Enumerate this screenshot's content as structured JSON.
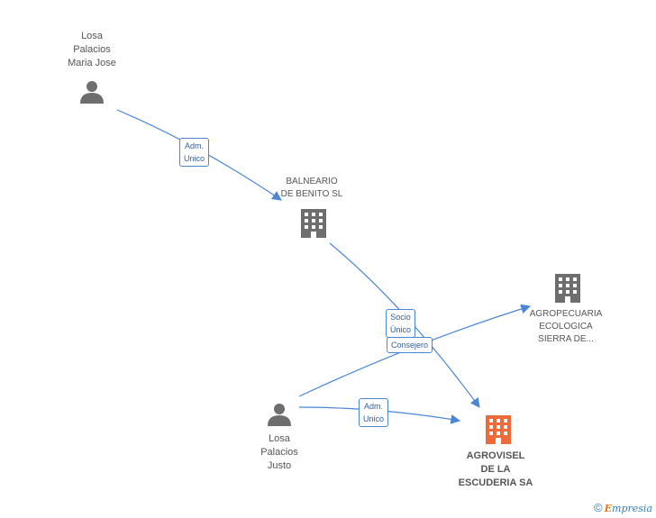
{
  "nodes": {
    "person_maria": {
      "lines": [
        "Losa",
        "Palacios",
        "Maria Jose"
      ],
      "icon": "person-icon"
    },
    "balneario": {
      "lines": [
        "BALNEARIO",
        "DE BENITO SL"
      ],
      "icon": "building-icon"
    },
    "agropecuaria": {
      "lines": [
        "AGROPECUARIA",
        "ECOLOGICA",
        "SIERRA DE..."
      ],
      "icon": "building-icon"
    },
    "person_justo": {
      "lines": [
        "Losa",
        "Palacios",
        "Justo"
      ],
      "icon": "person-icon"
    },
    "agrovisel": {
      "lines": [
        "AGROVISEL",
        "DE LA",
        "ESCUDERIA SA"
      ],
      "icon": "building-icon",
      "highlight": true
    }
  },
  "edges": {
    "adm_unico_1": {
      "lines": [
        "Adm.",
        "Unico"
      ]
    },
    "socio_unico": {
      "lines": [
        "Socio",
        "Único"
      ]
    },
    "consejero": {
      "lines": [
        "Consejero"
      ]
    },
    "adm_unico_2": {
      "lines": [
        "Adm.",
        "Unico"
      ]
    }
  },
  "colors": {
    "person": "#6e6e6e",
    "building": "#6e6e6e",
    "building_highlight": "#ee6a3a",
    "edge": "#4a86d4"
  },
  "footer": {
    "copyright": "©",
    "brand_first": "E",
    "brand_rest": "mpresia"
  }
}
